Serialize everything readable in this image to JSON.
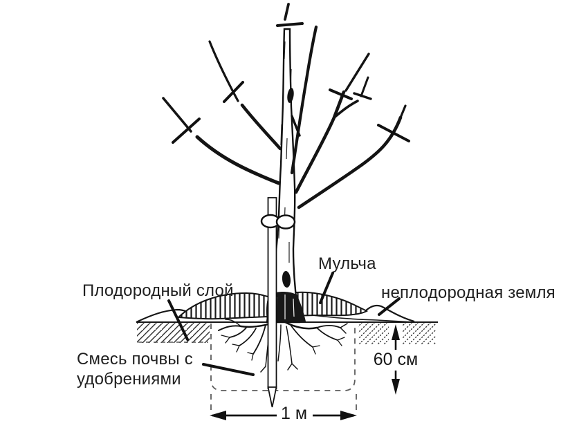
{
  "diagram_kind": "tree-planting-scheme",
  "labels": {
    "mulch": "Мульча",
    "fertile_layer": "Плодородный слой",
    "infertile_soil": "неплодородная земля",
    "soil_mix_line1": "Смесь почвы с",
    "soil_mix_line2": "удобрениями"
  },
  "dimensions": {
    "pit_depth": "60 см",
    "pit_width": "1 м"
  },
  "colors": {
    "ink": "#161616",
    "background": "#ffffff"
  }
}
